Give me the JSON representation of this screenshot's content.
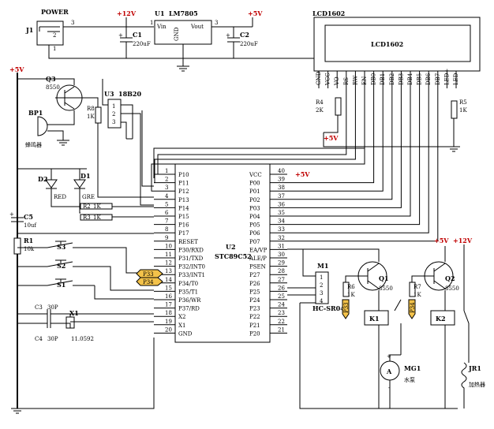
{
  "power_block": {
    "jack_ref": "J1",
    "jack_name": "POWER",
    "jack_pin3": "3",
    "jack_pin2": "2",
    "jack_pin1": "1",
    "net_12v": "+12V",
    "reg_ref": "U1",
    "reg_name": "LM7805",
    "reg_vin": "Vin",
    "reg_vout": "Vout",
    "reg_gnd": "GND",
    "reg_pin1": "1",
    "reg_pin3": "3",
    "net_5v": "+5V",
    "c1_ref": "C1",
    "c1_val": "220uF",
    "c2_ref": "C2",
    "c2_val": "220uF",
    "pol": "+"
  },
  "lcd": {
    "ref": "LCD1602",
    "body_label": "LCD1602",
    "pins": [
      "GND",
      "VCC",
      "VO",
      "RS",
      "RW",
      "EN",
      "DB0",
      "DB1",
      "DB2",
      "DB3",
      "DB4",
      "DB5",
      "DB6",
      "DB7",
      "LED+",
      "LED-"
    ],
    "r4_ref": "R4",
    "r4_val": "2K",
    "r5_ref": "R5",
    "r5_val": "1K",
    "net_5v": "+5V"
  },
  "left_block": {
    "net_5v": "+5V",
    "q3_ref": "Q3",
    "q3_val": "8550",
    "bp1_ref": "BP1",
    "bp1_name": "蜂鸣器",
    "r8_ref": "R8",
    "r8_val": "1K",
    "u3_ref": "U3",
    "u3_name": "18B20",
    "u3_pins": [
      "1",
      "2",
      "3"
    ],
    "d2_ref": "D2",
    "d2_val": "RED",
    "d1_ref": "D1",
    "d1_val": "GRE",
    "r2_ref": "R2",
    "r2_val": "1K",
    "r3_ref": "R3",
    "r3_val": "1K",
    "c5_ref": "C5",
    "c5_val": "10uf",
    "r1_ref": "R1",
    "r1_val": "10k",
    "s3": "S3",
    "s2": "S2",
    "s1": "S1",
    "c3_ref": "C3",
    "c3_val": "30P",
    "c4_ref": "C4",
    "c4_val": "30P",
    "x1_ref": "X1",
    "x1_val": "11.0592",
    "pol": "+"
  },
  "mcu": {
    "ref": "U2",
    "name": "STC89C52",
    "left_pins": [
      {
        "num": "1",
        "name": "P10"
      },
      {
        "num": "2",
        "name": "P11"
      },
      {
        "num": "3",
        "name": "P12"
      },
      {
        "num": "4",
        "name": "P13"
      },
      {
        "num": "5",
        "name": "P14"
      },
      {
        "num": "6",
        "name": "P15"
      },
      {
        "num": "7",
        "name": "P16"
      },
      {
        "num": "8",
        "name": "P17"
      },
      {
        "num": "9",
        "name": "RESET"
      },
      {
        "num": "10",
        "name": "P30/RXD"
      },
      {
        "num": "11",
        "name": "P31/TXD"
      },
      {
        "num": "12",
        "name": "P32/INT0"
      },
      {
        "num": "13",
        "name": "P33/INT1"
      },
      {
        "num": "14",
        "name": "P34/T0"
      },
      {
        "num": "15",
        "name": "P35/T1"
      },
      {
        "num": "16",
        "name": "P36/WR"
      },
      {
        "num": "17",
        "name": "P37/RD"
      },
      {
        "num": "18",
        "name": "X2"
      },
      {
        "num": "19",
        "name": "X1"
      },
      {
        "num": "20",
        "name": "GND"
      }
    ],
    "right_pins": [
      {
        "num": "40",
        "name": "VCC"
      },
      {
        "num": "39",
        "name": "P00"
      },
      {
        "num": "38",
        "name": "P01"
      },
      {
        "num": "37",
        "name": "P02"
      },
      {
        "num": "36",
        "name": "P03"
      },
      {
        "num": "35",
        "name": "P04"
      },
      {
        "num": "34",
        "name": "P05"
      },
      {
        "num": "33",
        "name": "P06"
      },
      {
        "num": "32",
        "name": "P07"
      },
      {
        "num": "31",
        "name": "EA/VP"
      },
      {
        "num": "30",
        "name": "ALE/P"
      },
      {
        "num": "29",
        "name": "PSEN"
      },
      {
        "num": "28",
        "name": "P27"
      },
      {
        "num": "27",
        "name": "P26"
      },
      {
        "num": "26",
        "name": "P25"
      },
      {
        "num": "25",
        "name": "P24"
      },
      {
        "num": "24",
        "name": "P23"
      },
      {
        "num": "23",
        "name": "P22"
      },
      {
        "num": "22",
        "name": "P21"
      },
      {
        "num": "21",
        "name": "P20"
      }
    ],
    "vcc_net": "+5V",
    "tag_p33": "P33",
    "tag_p34": "P34"
  },
  "right_block": {
    "m1_ref": "M1",
    "m1_name": "HC-SR04",
    "m1_pins": [
      "1",
      "2",
      "3",
      "4"
    ],
    "q1_ref": "Q1",
    "q1_val": "8550",
    "q2_ref": "Q2",
    "q2_val": "8550",
    "r6_ref": "R6",
    "r6_val": "1K",
    "r7_ref": "R7",
    "r7_val": "1K",
    "p33": "P33",
    "p34": "P34",
    "k1": "K1",
    "k2": "K2",
    "net_5v": "+5V",
    "net_12v": "+12V",
    "mg1_ref": "MG1",
    "mg1_name": "水泵",
    "motor_letter": "A",
    "jr1_ref": "JR1",
    "jr1_name": "加热器",
    "plus": "+",
    "minus": "-"
  },
  "colors": {
    "net_red": "#c00000",
    "tag_fill": "#f3c24a",
    "wire": "#000000"
  }
}
